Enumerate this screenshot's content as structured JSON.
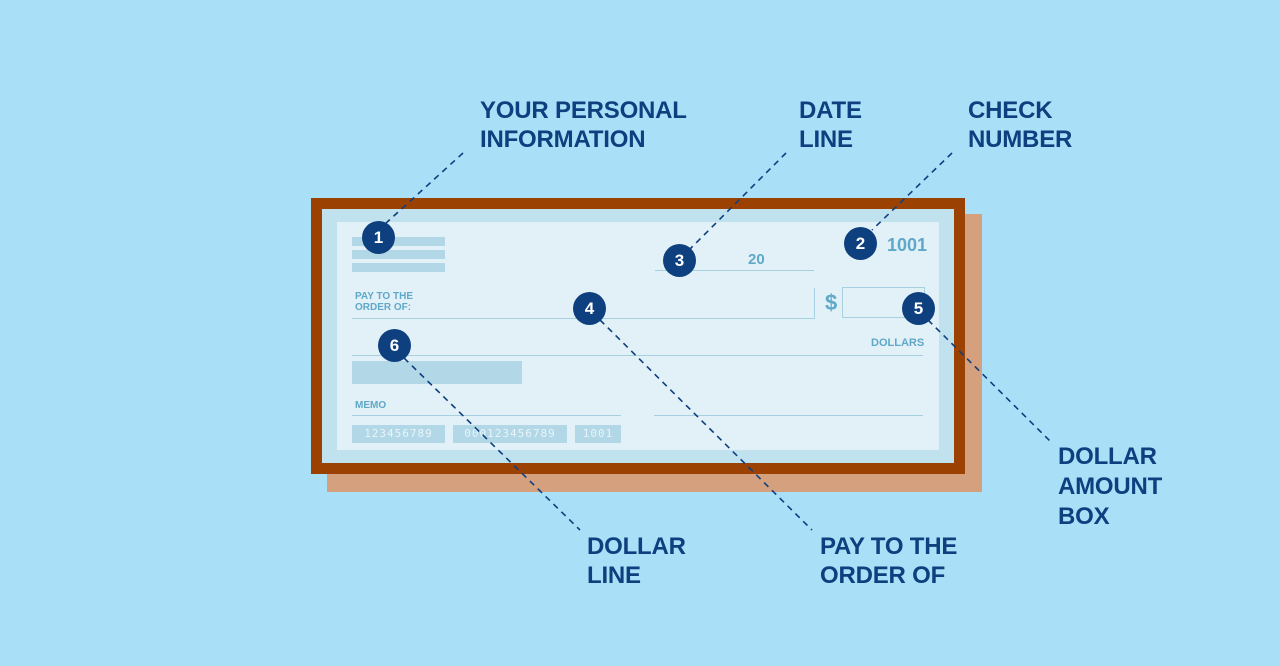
{
  "callouts": {
    "personal_info": [
      "YOUR PERSONAL",
      "INFORMATION"
    ],
    "date_line": [
      "DATE",
      "LINE"
    ],
    "check_number": [
      "CHECK",
      "NUMBER"
    ],
    "dollar_amount_box": [
      "DOLLAR",
      "AMOUNT",
      "BOX"
    ],
    "dollar_line": [
      "DOLLAR",
      "LINE"
    ],
    "pay_to_order": [
      "PAY TO THE",
      "ORDER OF"
    ]
  },
  "badges": [
    "1",
    "2",
    "3",
    "4",
    "5",
    "6"
  ],
  "check": {
    "year_prefix": "20",
    "check_number": "1001",
    "pay_to_label": [
      "PAY TO THE",
      "ORDER OF:"
    ],
    "dollar_sign": "$",
    "dollars_label": "DOLLARS",
    "memo_label": "MEMO",
    "routing": "123456789",
    "account": "000123456789",
    "micr_check_number": "1001"
  },
  "colors": {
    "background": "#aadff8",
    "navy": "#0e3f7e",
    "frame": "#9b4203",
    "shadow": "#d4a07e",
    "paper": "#e2f0f7",
    "accent": "#5fa8c8"
  }
}
